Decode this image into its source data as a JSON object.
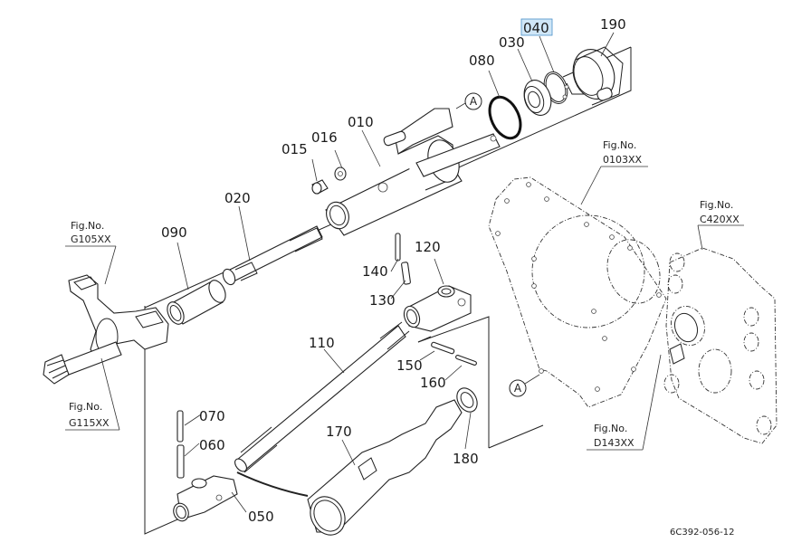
{
  "diagram": {
    "title": "Exploded parts diagram – drive shaft assembly",
    "reference_code": "6C392-056-12",
    "highlight_color": "#cfe6f7",
    "highlighted_part": "040",
    "part_numbers": {
      "p010": "010",
      "p015": "015",
      "p016": "016",
      "p020": "020",
      "p030": "030",
      "p040": "040",
      "p050": "050",
      "p060": "060",
      "p070": "070",
      "p080": "080",
      "p090": "090",
      "p110": "110",
      "p120": "120",
      "p130": "130",
      "p140": "140",
      "p150": "150",
      "p160": "160",
      "p170": "170",
      "p180": "180",
      "p190": "190"
    },
    "figure_refs": {
      "fig_label": "Fig.No.",
      "g105": "G105XX",
      "g115": "G115XX",
      "f0103": "0103XX",
      "c420": "C420XX",
      "d143": "D143XX"
    },
    "callouts": {
      "a_top": "A",
      "a_bottom": "A"
    }
  }
}
